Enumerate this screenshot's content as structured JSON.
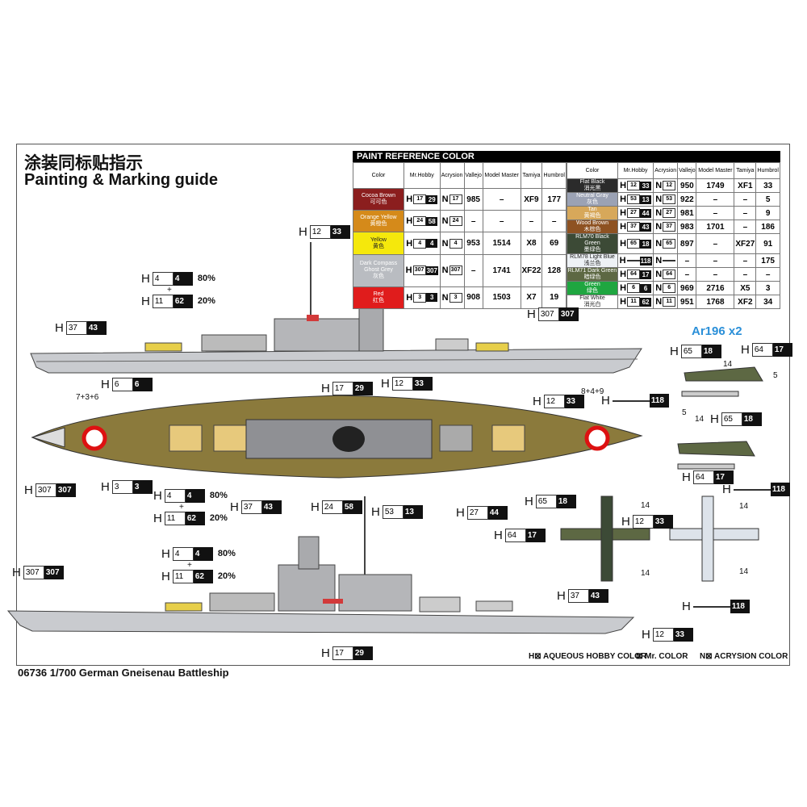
{
  "title_cn": "涂装同标贴指示",
  "title_en": "Painting & Marking guide",
  "table": {
    "heading": "PAINT  REFERENCE COLOR",
    "columns": [
      "Color",
      "Mr.Hobby",
      "Acrysion",
      "Vallejo",
      "Model Master",
      "Tamiya",
      "Humbrol"
    ],
    "left_rows": [
      {
        "name": "Cocoa Brown",
        "cn": "可可色",
        "color": "#8b1e1e",
        "h": [
          "17",
          "29"
        ],
        "n": "17",
        "vallejo": "985",
        "mm": "–",
        "tamiya": "XF9",
        "humbrol": "177"
      },
      {
        "name": "Orange Yellow",
        "cn": "黄橙色",
        "color": "#d58a1a",
        "h": [
          "24",
          "58"
        ],
        "n": "24",
        "vallejo": "–",
        "mm": "–",
        "tamiya": "–",
        "humbrol": "–"
      },
      {
        "name": "Yellow",
        "cn": "黄色",
        "color": "#f5e80c",
        "h": [
          "4",
          "4"
        ],
        "n": "4",
        "vallejo": "953",
        "mm": "1514",
        "tamiya": "X8",
        "humbrol": "69"
      },
      {
        "name": "Dark Compass Ghost Grey",
        "cn": "灰色",
        "color": "#b9bcc1",
        "h": [
          "307",
          "307"
        ],
        "n": "307",
        "vallejo": "–",
        "mm": "1741",
        "tamiya": "XF22",
        "humbrol": "128"
      },
      {
        "name": "Red",
        "cn": "红色",
        "color": "#e01c1c",
        "h": [
          "3",
          "3"
        ],
        "n": "3",
        "vallejo": "908",
        "mm": "1503",
        "tamiya": "X7",
        "humbrol": "19"
      }
    ],
    "right_rows": [
      {
        "name": "Flat Black",
        "cn": "消光黑",
        "color": "#2b2b2b",
        "h": [
          "12",
          "33"
        ],
        "n": "12",
        "vallejo": "950",
        "mm": "1749",
        "tamiya": "XF1",
        "humbrol": "33"
      },
      {
        "name": "Neutral Gray",
        "cn": "灰色",
        "color": "#9ba2b4",
        "h": [
          "53",
          "13"
        ],
        "n": "53",
        "vallejo": "922",
        "mm": "–",
        "tamiya": "–",
        "humbrol": "5"
      },
      {
        "name": "Tan",
        "cn": "黄褐色",
        "color": "#d7a85a",
        "h": [
          "27",
          "44"
        ],
        "n": "27",
        "vallejo": "981",
        "mm": "–",
        "tamiya": "–",
        "humbrol": "9"
      },
      {
        "name": "Wood Brown",
        "cn": "木棕色",
        "color": "#8e5222",
        "h": [
          "37",
          "43"
        ],
        "n": "37",
        "vallejo": "983",
        "mm": "1701",
        "tamiya": "–",
        "humbrol": "186"
      },
      {
        "name": "RLM70 Black Green",
        "cn": "墨绿色",
        "color": "#3c4a36",
        "h": [
          "65",
          "18"
        ],
        "n": "65",
        "vallejo": "897",
        "mm": "–",
        "tamiya": "XF27",
        "humbrol": "91"
      },
      {
        "name": "RLM78 Light Blue",
        "cn": "浅兰色",
        "color": "#eef2f6",
        "h": [
          "",
          "118"
        ],
        "n": "",
        "vallejo": "–",
        "mm": "–",
        "tamiya": "–",
        "humbrol": "175"
      },
      {
        "name": "RLM71 Dark Green",
        "cn": "暗绿色",
        "color": "#5d6843",
        "h": [
          "64",
          "17"
        ],
        "n": "64",
        "vallejo": "–",
        "mm": "–",
        "tamiya": "–",
        "humbrol": "–"
      },
      {
        "name": "Green",
        "cn": "绿色",
        "color": "#1fa640",
        "h": [
          "6",
          "6"
        ],
        "n": "6",
        "vallejo": "969",
        "mm": "2716",
        "tamiya": "X5",
        "humbrol": "3"
      },
      {
        "name": "Flat White",
        "cn": "消光白",
        "color": "#ffffff",
        "h": [
          "11",
          "62"
        ],
        "n": "11",
        "vallejo": "951",
        "mm": "1768",
        "tamiya": "XF2",
        "humbrol": "34"
      }
    ]
  },
  "callouts": [
    {
      "w": "12",
      "b": "33"
    },
    {
      "w": "4",
      "b": "4",
      "pct": "80%"
    },
    {
      "w": "11",
      "b": "62",
      "pct": "20%"
    },
    {
      "w": "37",
      "b": "43"
    },
    {
      "w": "307",
      "b": "307"
    },
    {
      "w": "6",
      "b": "6"
    },
    {
      "w": "17",
      "b": "29"
    },
    {
      "w": "12",
      "b": "33"
    },
    {
      "w": "12",
      "b": "33"
    },
    {
      "w": "307",
      "b": "307"
    },
    {
      "w": "3",
      "b": "3"
    },
    {
      "w": "4",
      "b": "4",
      "pct": "80%"
    },
    {
      "w": "11",
      "b": "62",
      "pct": "20%"
    },
    {
      "w": "37",
      "b": "43"
    },
    {
      "w": "24",
      "b": "58"
    },
    {
      "w": "53",
      "b": "13"
    },
    {
      "w": "27",
      "b": "44"
    },
    {
      "w": "65",
      "b": "18"
    },
    {
      "w": "64",
      "b": "17"
    },
    {
      "w": "",
      "b": "118"
    },
    {
      "w": "65",
      "b": "18"
    },
    {
      "w": "64",
      "b": "17"
    },
    {
      "w": "",
      "b": "118"
    },
    {
      "w": "65",
      "b": "18"
    },
    {
      "w": "12",
      "b": "33"
    },
    {
      "w": "64",
      "b": "17"
    },
    {
      "w": "4",
      "b": "4",
      "pct": "80%"
    },
    {
      "w": "11",
      "b": "62",
      "pct": "20%"
    },
    {
      "w": "307",
      "b": "307"
    },
    {
      "w": "37",
      "b": "43"
    },
    {
      "w": "",
      "b": "118"
    },
    {
      "w": "12",
      "b": "33"
    },
    {
      "w": "17",
      "b": "29"
    }
  ],
  "callout_prefix": "H",
  "numbers": [
    "7+3+6",
    "8+4+9",
    "14",
    "5",
    "5",
    "14",
    "14",
    "14",
    "14",
    "14",
    "+",
    "+",
    "+"
  ],
  "aircraft_label": "Ar196 x2",
  "legend": [
    "H⊠ AQUEOUS HOBBY COLOR",
    "⊠ Mr. COLOR",
    "N⊠ ACRYSION COLOR"
  ],
  "footer": "06736 1/700  German Gneisenau Battleship"
}
